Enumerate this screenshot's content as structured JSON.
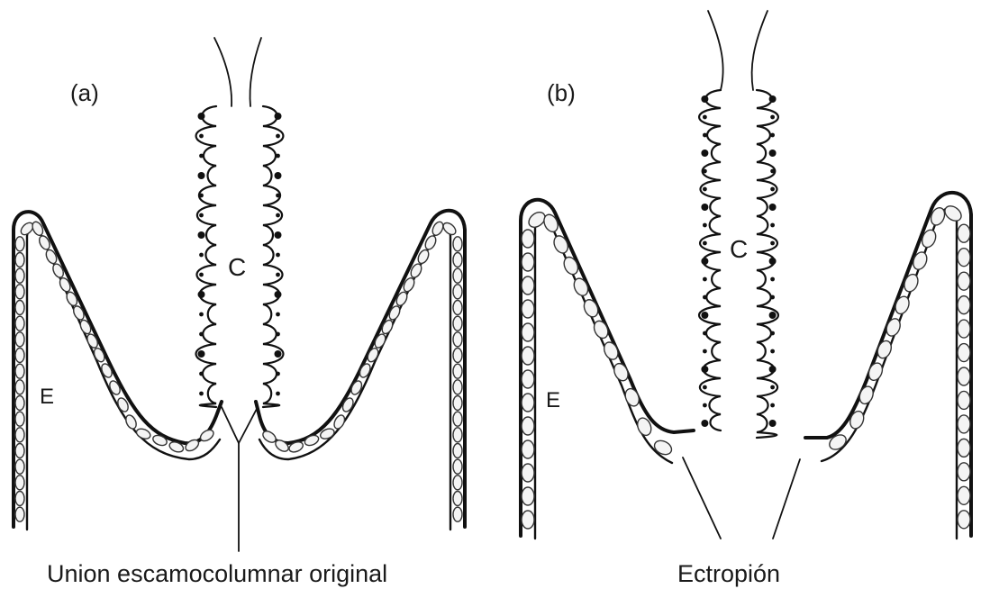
{
  "panels": [
    {
      "tag": "(a)",
      "canal_label": "C",
      "epithelium_label": "E",
      "caption": "Union escamocolumnar original"
    },
    {
      "tag": "(b)",
      "canal_label": "C",
      "epithelium_label": "E",
      "caption": "Ectropión"
    }
  ]
}
